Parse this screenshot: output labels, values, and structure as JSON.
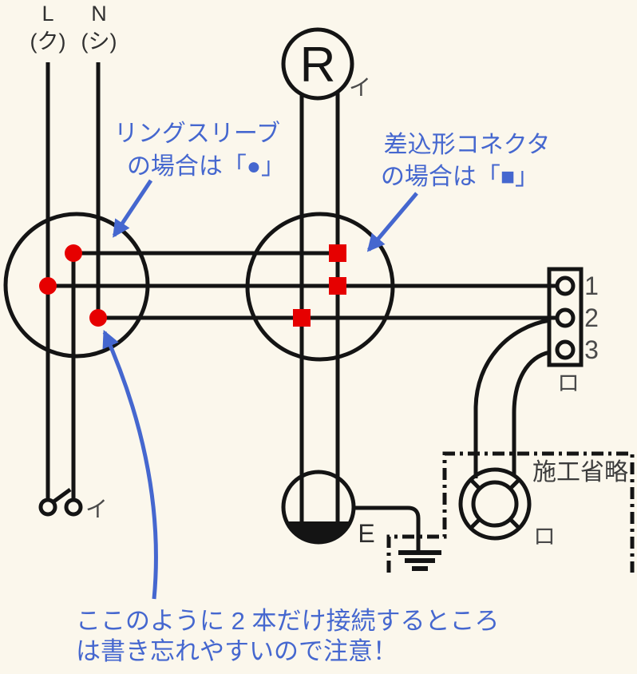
{
  "colors": {
    "background": "#fbf7ec",
    "line": "#141414",
    "red": "#e60000",
    "blue": "#4567cf",
    "gray": "#4a4a4a",
    "dark": "#303030"
  },
  "power_source": {
    "live_label": "L",
    "live_sub": "(ク)",
    "neutral_label": "N",
    "neutral_sub": "(シ)"
  },
  "lamp_receptacle": {
    "symbol": "R",
    "circuit_label": "イ"
  },
  "switch": {
    "circuit_label": "イ"
  },
  "outlet": {
    "earth_label": "E"
  },
  "terminal_block": {
    "pins": [
      "1",
      "2",
      "3"
    ],
    "circuit_label": "ロ"
  },
  "omission_box": {
    "label": "施工省略"
  },
  "ceiling_light": {
    "circuit_label": "ロ"
  },
  "markers": {
    "ring_sleeve": "●",
    "connector": "■"
  },
  "annotations": {
    "ring_sleeve": {
      "line1": "リングスリーブ",
      "line2": "の場合は「●」"
    },
    "connector": {
      "line1": "差込形コネクタ",
      "line2": "の場合は「■」"
    },
    "caution": {
      "line1": "ここのように 2 本だけ接続するところ",
      "line2": "は書き忘れやすいので注意！"
    }
  }
}
